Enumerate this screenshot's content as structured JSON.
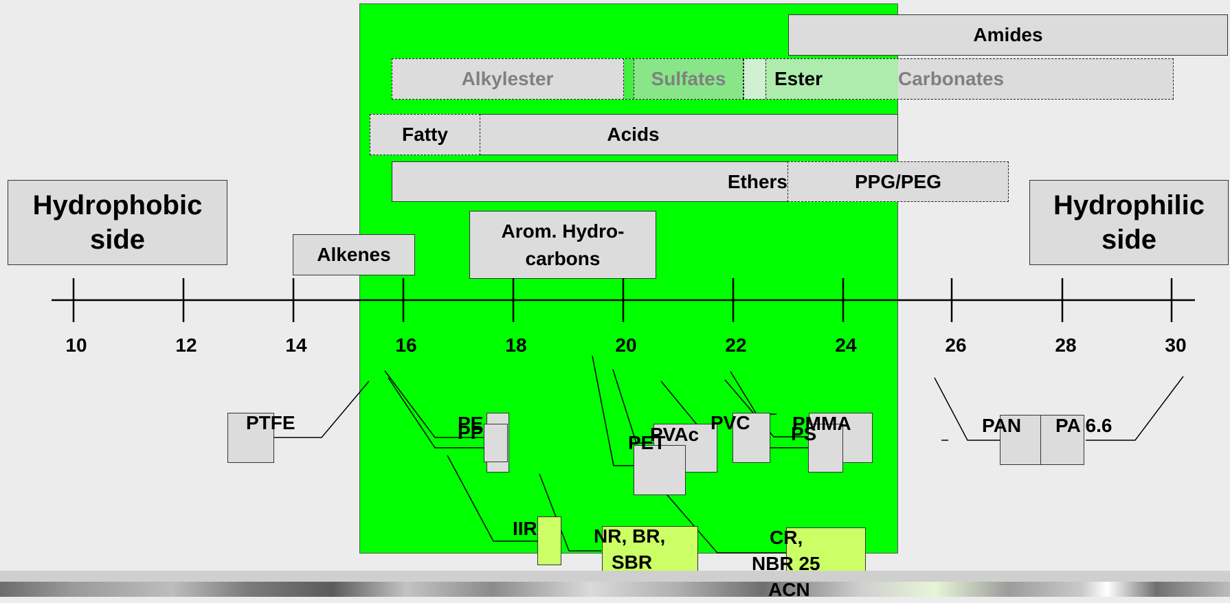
{
  "sides": {
    "hydrophobic": "Hydrophobic side",
    "hydrophilic": "Hydrophilic side"
  },
  "bands": {
    "amides": "Amides",
    "alkylester": "Alkylester",
    "sulfates": "Sulfates",
    "ester": "Ester",
    "carbonates": "Carbonates",
    "fatty": "Fatty",
    "acids": "Acids",
    "ethers": "Ethers",
    "ppg_peg": "PPG/PEG",
    "alkenes": "Alkenes",
    "arom_line1": "Arom. Hydro-",
    "arom_line2": "carbons"
  },
  "axis": {
    "ticks": [
      "10",
      "12",
      "14",
      "16",
      "18",
      "20",
      "22",
      "24",
      "26",
      "28",
      "30"
    ]
  },
  "polymers": {
    "ptfe": "PTFE",
    "pe": "PE",
    "pp": "PP",
    "pvac": "PVAc",
    "pet": "PET",
    "pvc": "PVC",
    "pmma": "PMMA",
    "ps": "PS",
    "pan": "PAN",
    "pa66": "PA 6.6",
    "iir": "IIR",
    "nr_br_sbr_line1": "NR, BR,",
    "nr_br_sbr_line2": "SBR",
    "cr_line1": "CR,",
    "cr_line2": "NBR 25",
    "cr_line3": "ACN"
  },
  "colors": {
    "acceptable_zone": "#00ff00",
    "box_fill": "#dcdcdc",
    "rubber_fill": "#ccff66",
    "background": "#ececec"
  }
}
